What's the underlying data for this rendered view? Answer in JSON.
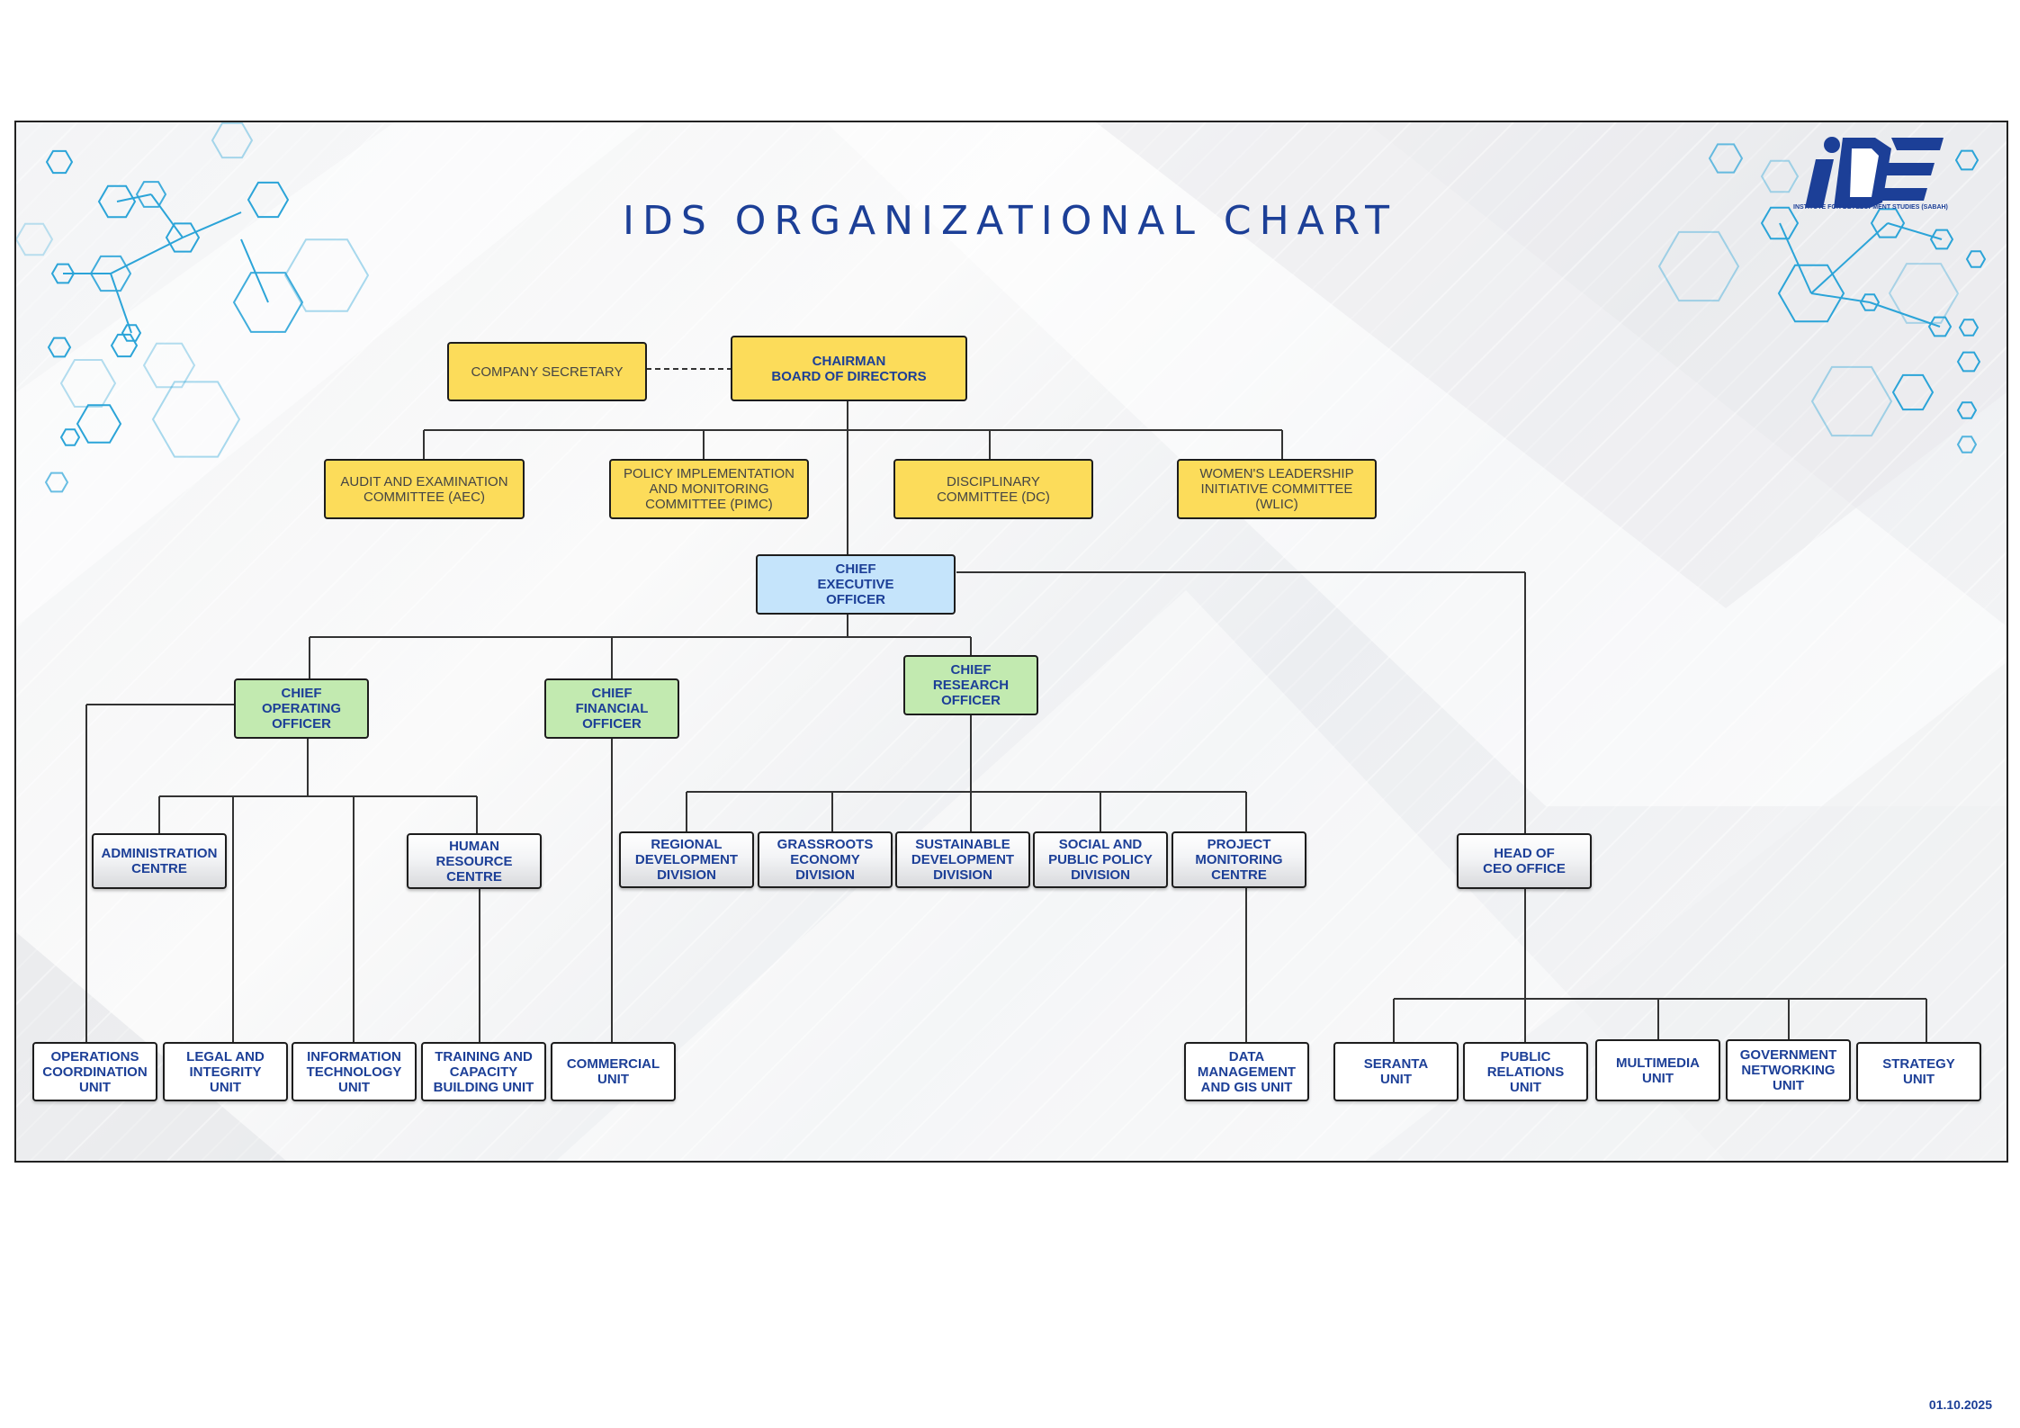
{
  "title": "IDS ORGANIZATIONAL CHART",
  "logo": {
    "icon": "ids-logo-icon",
    "caption": "INSTITUTE FOR DEVELOPMENT STUDIES (SABAH)"
  },
  "date": "01.10.2025",
  "colors": {
    "title": "#1c3f97",
    "board": "#fcdc5a",
    "ceo": "#c5e4fb",
    "chief": "#c2eab0",
    "division": "#e4e5e8",
    "unit": "#ffffff",
    "connector": "#333333",
    "hexagon": "#2ba4d8"
  },
  "nodes": {
    "company_secretary": "COMPANY SECRETARY",
    "chairman": "CHAIRMAN\nBOARD OF DIRECTORS",
    "aec": "AUDIT AND EXAMINATION\nCOMMITTEE (AEC)",
    "pimc": "POLICY IMPLEMENTATION\nAND  MONITORING\nCOMMITTEE (PIMC)",
    "dc": "DISCIPLINARY\nCOMMITTEE (DC)",
    "wlic": "WOMEN'S LEADERSHIP\nINITIATIVE COMMITTEE\n(WLIC)",
    "ceo": "CHIEF\nEXECUTIVE\nOFFICER",
    "coo": "CHIEF\nOPERATING\nOFFICER",
    "cfo": "CHIEF\nFINANCIAL\nOFFICER",
    "cro": "CHIEF\nRESEARCH\nOFFICER",
    "admin_centre": "ADMINISTRATION\nCENTRE",
    "hr_centre": "HUMAN\nRESOURCE\nCENTRE",
    "regional_div": "REGIONAL\nDEVELOPMENT\nDIVISION",
    "grassroots_div": "GRASSROOTS\nECONOMY\nDIVISION",
    "sustainable_div": "SUSTAINABLE\nDEVELOPMENT\nDIVISION",
    "social_div": "SOCIAL AND\nPUBLIC POLICY\nDIVISION",
    "project_centre": "PROJECT\nMONITORING\nCENTRE",
    "head_ceo_office": "HEAD OF\nCEO OFFICE",
    "ops_unit": "OPERATIONS\nCOORDINATION\nUNIT",
    "legal_unit": "LEGAL AND\nINTEGRITY\nUNIT",
    "it_unit": "INFORMATION\nTECHNOLOGY\nUNIT",
    "training_unit": "TRAINING AND\nCAPACITY\nBUILDING UNIT",
    "commercial_unit": "COMMERCIAL\nUNIT",
    "data_unit": "DATA\nMANAGEMENT\nAND GIS UNIT",
    "seranta_unit": "SERANTA\nUNIT",
    "pr_unit": "PUBLIC\nRELATIONS\nUNIT",
    "multimedia_unit": "MULTIMEDIA\nUNIT",
    "gov_unit": "GOVERNMENT\nNETWORKING\nUNIT",
    "strategy_unit": "STRATEGY\nUNIT"
  }
}
